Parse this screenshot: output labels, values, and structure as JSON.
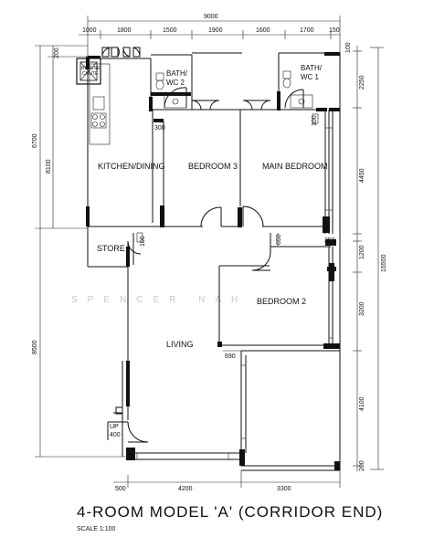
{
  "rooms": {
    "kitchen": "KITCHEN/DINING",
    "bedroom3": "BEDROOM 3",
    "main_bedroom": "MAIN BEDROOM",
    "store": "STORE",
    "living": "LIVING",
    "bedroom2": "BEDROOM 2",
    "bath2": [
      "BATH/",
      "WC 2"
    ],
    "bath1": [
      "BATH/",
      "WC 1"
    ],
    "refuse_chute": [
      "REFUSE",
      "CHUTE"
    ],
    "up": [
      "UP",
      "400"
    ]
  },
  "dimensions": {
    "top_overall": "9000",
    "top_segments": [
      "1000",
      "1800",
      "1500",
      "1900",
      "1600",
      "1700",
      "150"
    ],
    "bottom_segments": [
      "500",
      "4200",
      "3300"
    ],
    "right_segments": [
      "100",
      "2250",
      "4450",
      "250",
      "1200",
      "3200",
      "4100",
      "200"
    ],
    "right_overall": "15500",
    "left_segments": [
      "200",
      "6700",
      "8100",
      "8500"
    ],
    "inner": [
      "300",
      "100",
      "100",
      "650",
      "690",
      "100"
    ]
  },
  "watermark": "SPENCER NAH",
  "title": "4-ROOM MODEL 'A' (CORRIDOR END)",
  "scale": "SCALE 1:100"
}
